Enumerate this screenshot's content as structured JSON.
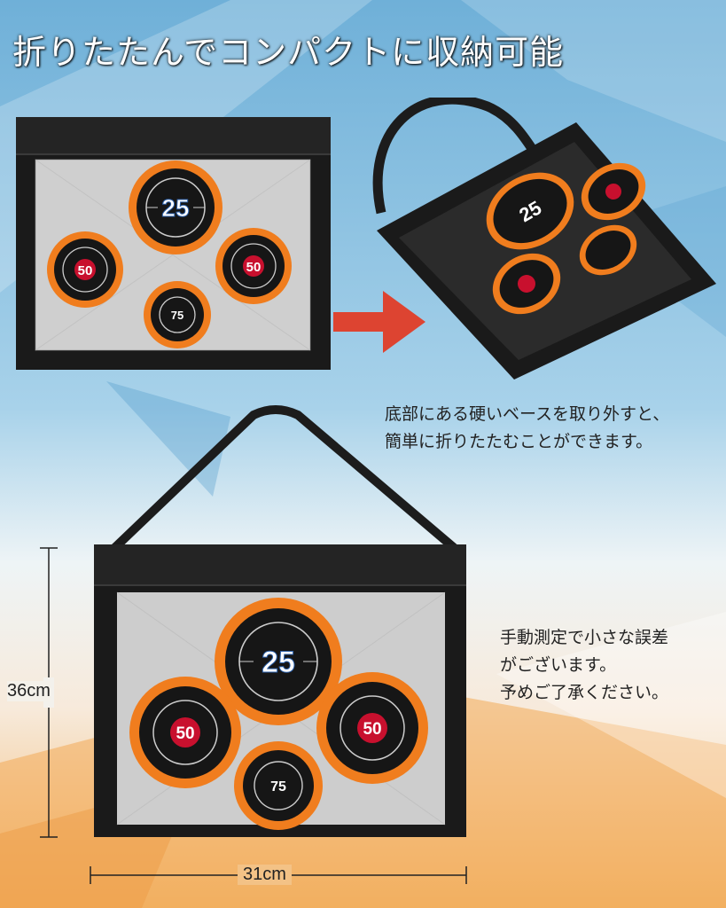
{
  "title": "折りたたんでコンパクトに収納可能",
  "note_fold": {
    "line1": "底部にある硬いベースを取り外すと、",
    "line2": "簡単に折りたたむことができます。"
  },
  "note_measure": {
    "line1": "手動測定で小さな誤差",
    "line2": "がございます。",
    "line3": "予めご了承ください。"
  },
  "dimensions": {
    "height": "36cm",
    "width": "31cm"
  },
  "targets": {
    "top": "25",
    "left": "50",
    "right": "50",
    "bottom": "75"
  },
  "colors": {
    "ring_orange": "#f07d1e",
    "bag_black": "#1a1a1a",
    "arrow_red": "#dd4431",
    "sky_blue": "#7ab8dc",
    "orange_bg": "#f3b469"
  }
}
